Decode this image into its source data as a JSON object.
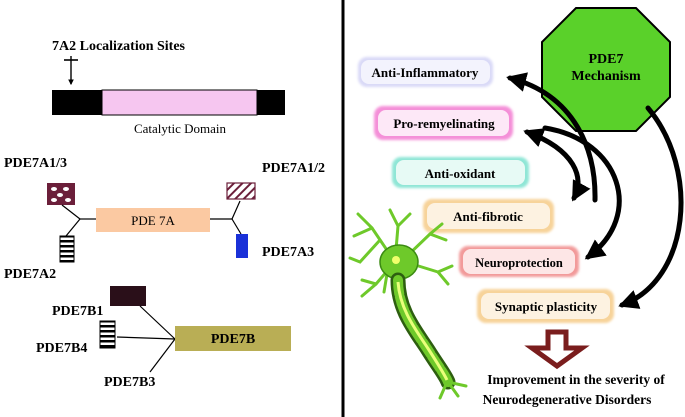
{
  "left_panel": {
    "localization_title": "7A2 Localization Sites",
    "catalytic_domain_label": "Catalytic Domain",
    "pde7a": {
      "center_label": "PDE 7A",
      "iso_top_left": "PDE7A1/3",
      "iso_top_right": "PDE7A1/2",
      "iso_bottom_left": "PDE7A2",
      "iso_bottom_right": "PDE7A3"
    },
    "pde7b": {
      "center_label": "PDE7B",
      "iso_b1": "PDE7B1",
      "iso_b4": "PDE7B4",
      "iso_b3": "PDE7B3"
    }
  },
  "right_panel": {
    "mechanism_label_line1": "PDE7",
    "mechanism_label_line2": "Mechanism",
    "effects": [
      "Anti-Inflammatory",
      "Pro-remyelinating",
      "Anti-oxidant",
      "Anti-fibrotic",
      "Neuroprotection",
      "Synaptic plasticity"
    ],
    "outcome_line1": "Improvement in the severity of",
    "outcome_line2": "Neurodegenerative Disorders"
  },
  "colors": {
    "black": "#000000",
    "catalytic_pink": "#f6c6f0",
    "pde7a_box": "#fbc9a2",
    "pde7a1_3_maroon": "#6b1f3a",
    "pde7a3_blue": "#1a31d8",
    "pde7b_olive": "#b9ae55",
    "pde7b1_dark": "#2a0f19",
    "octagon_green": "#5ad12a",
    "arrow_maroon": "#7a1d1d",
    "neuron_green": "#6ec92a"
  }
}
